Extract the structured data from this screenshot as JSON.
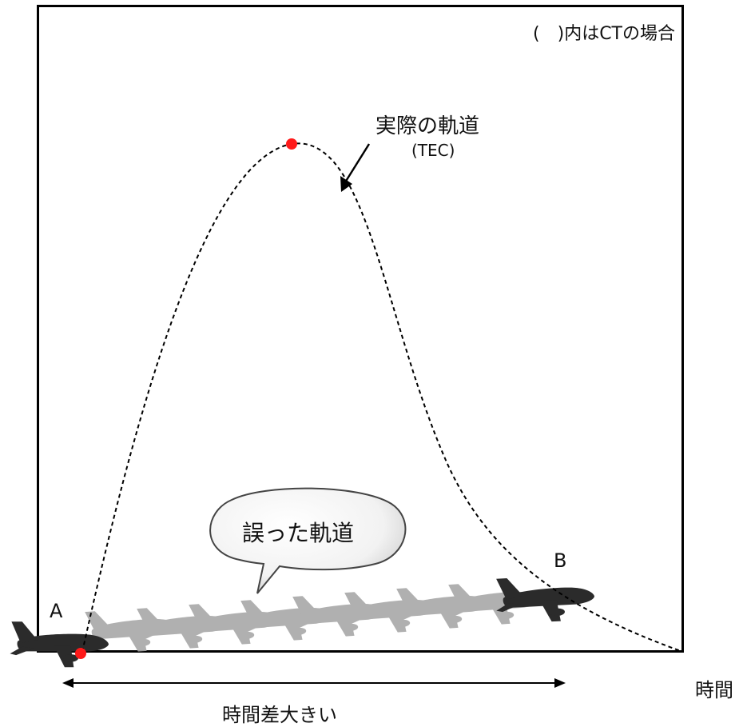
{
  "note": "(　)内はCTの場合",
  "actual_trajectory": {
    "label": "実際の軌道",
    "sublabel": "(TEC)"
  },
  "bubble": {
    "text": "誤った軌道"
  },
  "points": {
    "a": "A",
    "b": "B"
  },
  "axis": {
    "x_label": "時間"
  },
  "span": {
    "label": "時間差大きい"
  },
  "colors": {
    "marker": "#ff1a1a",
    "plane": "#2b2b2b",
    "ghost_plane": "#a8a8a8"
  },
  "icons": {
    "plane": "airplane-icon",
    "arrow": "arrow-icon"
  }
}
